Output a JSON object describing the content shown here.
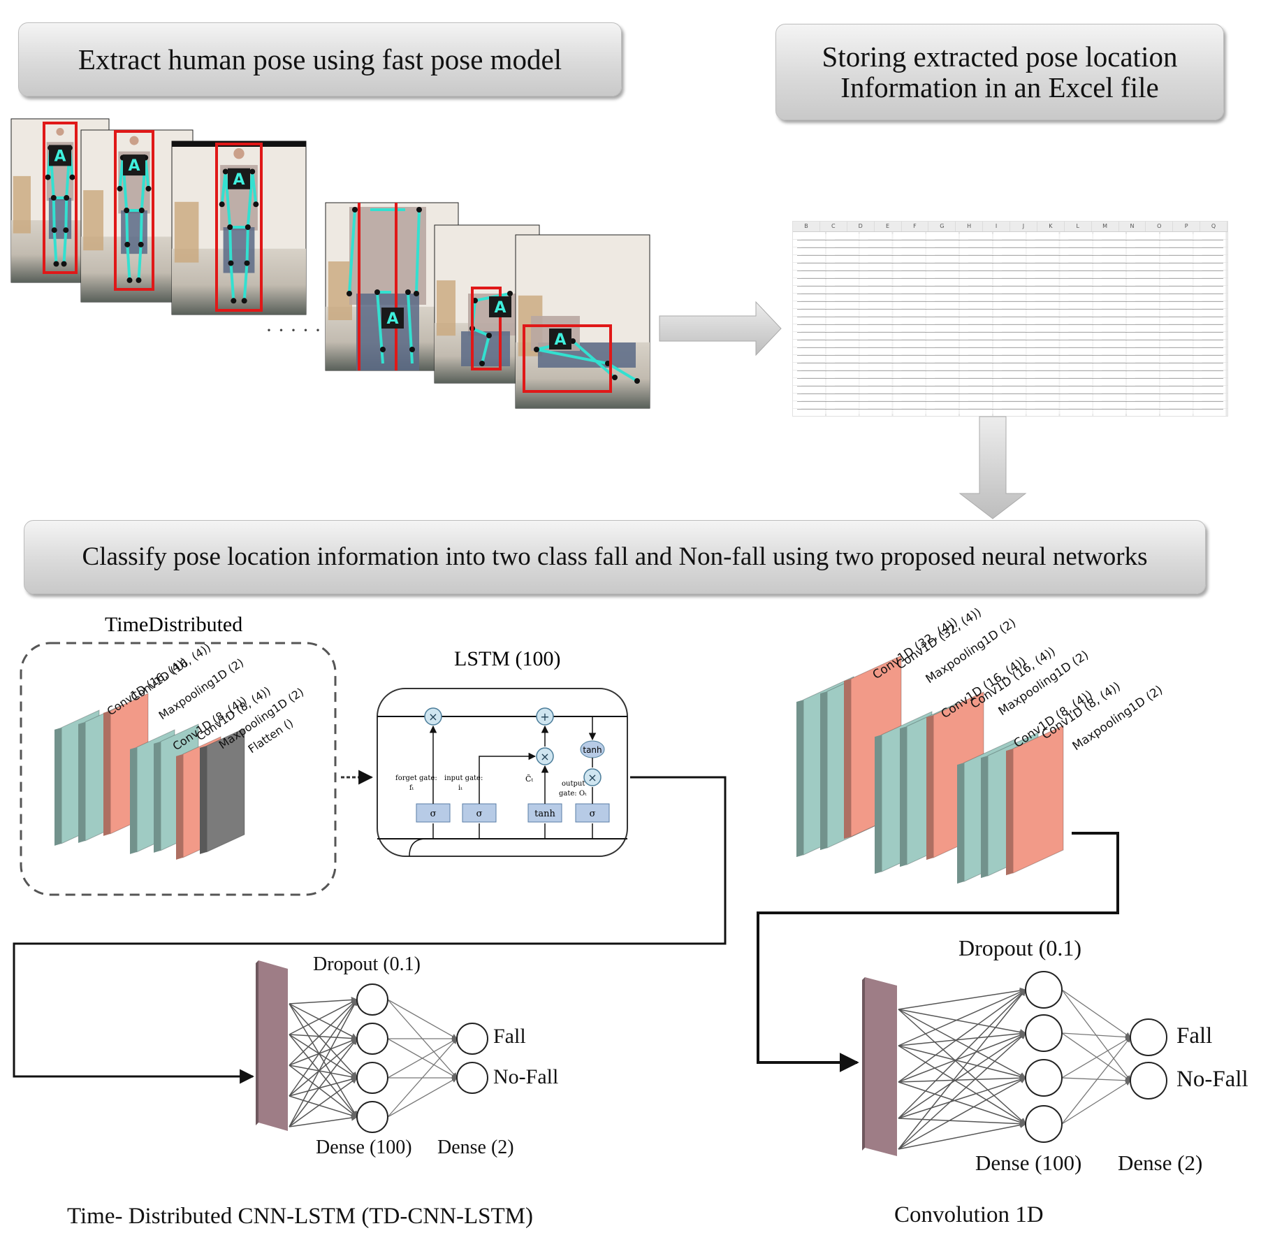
{
  "banners": {
    "extract": "Extract human pose using fast pose model",
    "storing_line1": "Storing extracted pose location",
    "storing_line2": "Information  in an Excel file",
    "classify": "Classify pose location information into two class fall and Non-fall using two proposed neural networks"
  },
  "pose_marker": "A",
  "sheet_columns": [
    "B",
    "C",
    "D",
    "E",
    "F",
    "G",
    "H",
    "I",
    "J",
    "K",
    "L",
    "M",
    "N",
    "O",
    "P",
    "Q"
  ],
  "td_cnn_lstm": {
    "group_title": "TimeDistributed",
    "layers": [
      "Conv1D (16, (4))",
      "Conv1D (16, (4))",
      "Maxpooling1D (2)",
      "Conv1D (8, (4))",
      "Conv1D (8, (4))",
      "Maxpooling1D (2)",
      "Flatten ()"
    ],
    "lstm_title": "LSTM (100)",
    "lstm_labels": {
      "forget": "forget gate:",
      "forget_sym": "fₜ",
      "input": "input gate:",
      "input_sym": "iₜ",
      "candidate": "C̃ₜ",
      "output": "output",
      "output2": "gate: Oₜ",
      "sigma": "σ",
      "tanh": "tanh",
      "times": "×",
      "plus": "+"
    },
    "dropout": "Dropout (0.1)",
    "dense100": "Dense (100)",
    "dense2": "Dense (2)",
    "out_fall": "Fall",
    "out_nofall": "No-Fall",
    "caption": "Time- Distributed CNN-LSTM (TD-CNN-LSTM)"
  },
  "conv1d": {
    "layers": [
      "Conv1D (32, (4))",
      "Conv1D (32, (4))",
      "Maxpooling1D (2)",
      "Conv1D (16, (4))",
      "Conv1D (16, (4))",
      "Maxpooling1D (2)",
      "Conv1D (8, (4))",
      "Conv1D (8, (4))",
      "Maxpooling1D (2)"
    ],
    "dropout": "Dropout (0.1)",
    "dense100": "Dense (100)",
    "dense2": "Dense (2)",
    "out_fall": "Fall",
    "out_nofall": "No-Fall",
    "caption": "Convolution 1D"
  },
  "colors": {
    "conv": "#9fcbc3",
    "pool": "#f29a88",
    "flatten": "#7b7b7b",
    "dense_input": "#9e7d86",
    "skeleton": "#33e0d0",
    "bbox": "#e01818",
    "lstm_box": "#b7cbe6"
  }
}
